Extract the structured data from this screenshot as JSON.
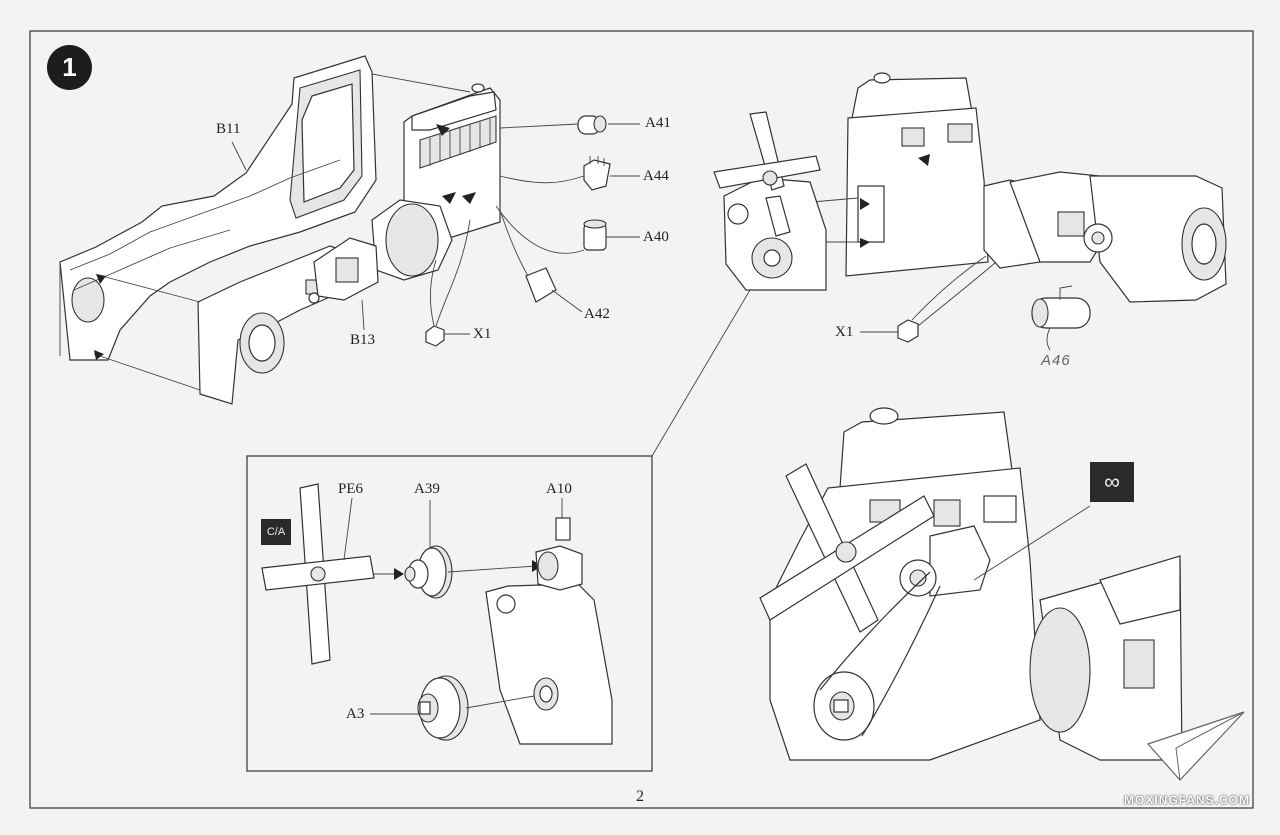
{
  "step": {
    "number": "1"
  },
  "labels": {
    "b11": "B11",
    "b13": "B13",
    "a41": "A41",
    "a44": "A44",
    "a40": "A40",
    "a42": "A42",
    "x1_left": "X1",
    "x1_right": "X1",
    "pe6": "PE6",
    "a39": "A39",
    "a10": "A10",
    "a3": "A3"
  },
  "badges": {
    "ca": "C/A",
    "infinity": "∞"
  },
  "handwritten_note": "A46",
  "page_number": "2",
  "watermark": "MOXINGFANS.COM"
}
